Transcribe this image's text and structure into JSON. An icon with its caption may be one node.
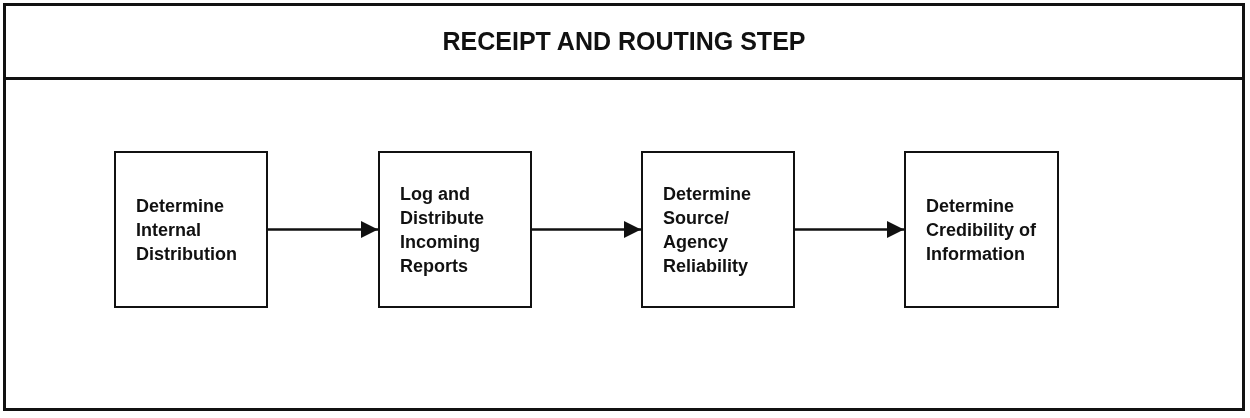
{
  "diagram": {
    "nodes": [
      {
        "text": [
          "RECEIPT AND ROUTING STEP"
        ]
      },
      {
        "text": [
          "Determine Internal Distribution"
        ],
        "in": 0
      },
      {
        "text": [
          "Log and Distribute Incoming Reports"
        ],
        "in": 0
      },
      {
        "text": [
          "Determine Source/ Agency Reliability"
        ],
        "in": 0
      },
      {
        "text": [
          "Determine Credibility of Information"
        ],
        "in": 0
      }
    ],
    "edges": [
      {
        "from": 1,
        "to": 2,
        "arrow": "to"
      },
      {
        "from": 2,
        "to": 3,
        "arrow": "to"
      },
      {
        "from": 3,
        "to": 4,
        "arrow": "to"
      }
    ]
  }
}
